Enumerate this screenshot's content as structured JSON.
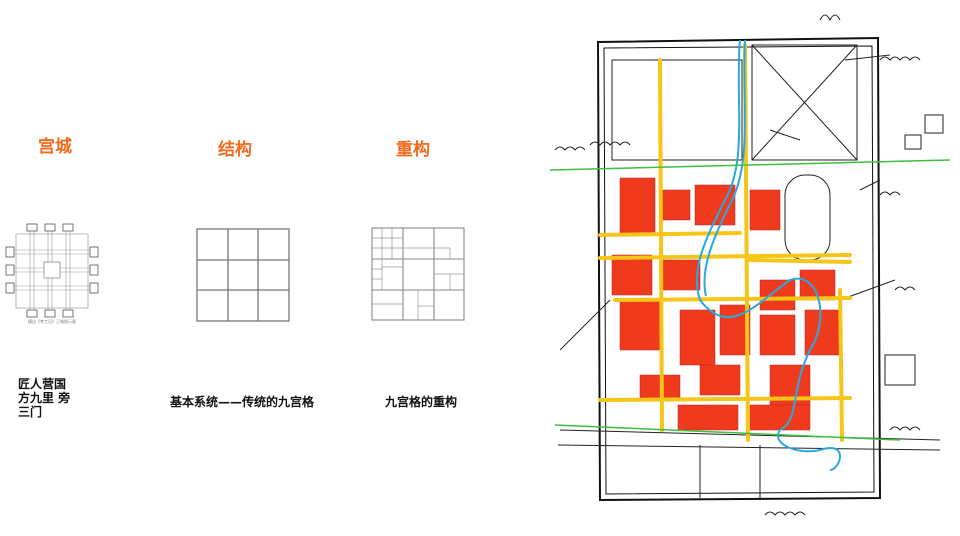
{
  "panels": [
    {
      "title": "宫城",
      "caption_lines": [
        "匠人营国",
        "方九里 旁",
        "三门"
      ],
      "image_caption": "摘自《考工记》王城图示意"
    },
    {
      "title": "结构",
      "caption": "基本系统——传统的九宫格"
    },
    {
      "title": "重构",
      "caption": "九宫格的重构"
    }
  ],
  "colors": {
    "accent": "#f26b1f",
    "block": "#f03a1e",
    "road": "#f5c518",
    "river": "#2aa8e0",
    "green": "#3fbf3f"
  }
}
